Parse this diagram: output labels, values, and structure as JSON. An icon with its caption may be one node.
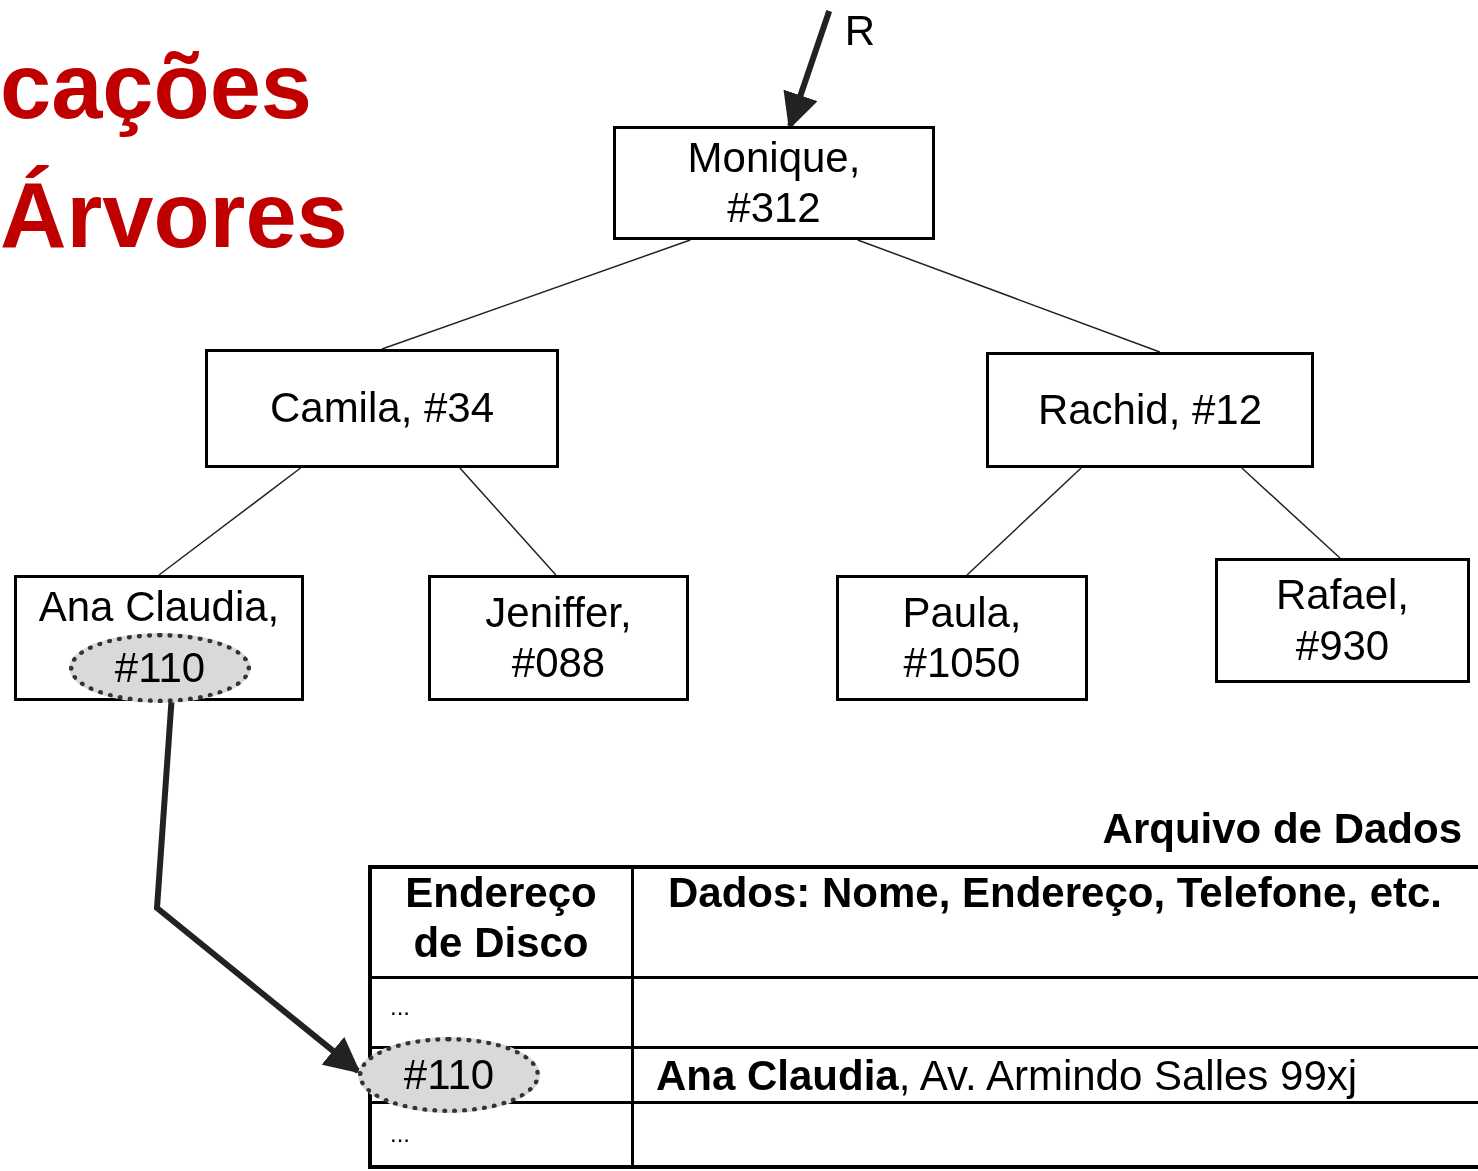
{
  "diagram": {
    "title": "cações Árvores",
    "nodes": [
      {
        "text": [
          "R"
        ]
      },
      {
        "text": [
          "Monique, #312"
        ]
      },
      {
        "text": [
          "Camila, #34"
        ]
      },
      {
        "text": [
          "Rachid, #12"
        ]
      },
      {
        "text": [
          "Ana Claudia,"
        ]
      },
      {
        "text": [
          "#110"
        ],
        "in": 4
      },
      {
        "text": [
          "Jeniffer, #088"
        ]
      },
      {
        "text": [
          "Paula, #1050"
        ]
      },
      {
        "text": [
          "Rafael, #930"
        ]
      },
      {
        "text": [
          "#110"
        ]
      }
    ],
    "edges": [
      {
        "from": 0,
        "to": 1,
        "arrow": "to",
        "style": "thick"
      },
      {
        "from": 1,
        "to": 2,
        "arrow": "none"
      },
      {
        "from": 1,
        "to": 3,
        "arrow": "none"
      },
      {
        "from": 2,
        "to": 4,
        "arrow": "none"
      },
      {
        "from": 2,
        "to": 6,
        "arrow": "none"
      },
      {
        "from": 3,
        "to": 7,
        "arrow": "none"
      },
      {
        "from": 3,
        "to": 8,
        "arrow": "none"
      },
      {
        "from": 5,
        "to": 9,
        "arrow": "to",
        "style": "thick"
      }
    ],
    "labels": [
      "Arquivo de Dados",
      "Endereço de Disco",
      "Dados: Nome, Endereço, Telefone, etc.",
      "...",
      "**Ana Claudia**, Av. Armindo Salles 99xj",
      "..."
    ]
  }
}
